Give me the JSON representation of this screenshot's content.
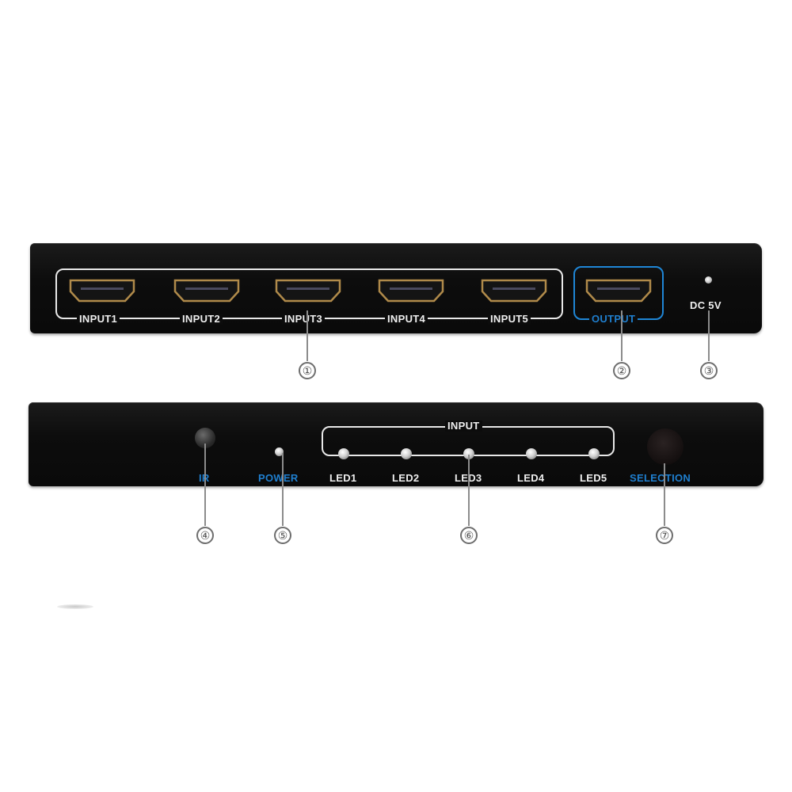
{
  "rear_panel": {
    "inputs": [
      {
        "label": "INPUT1"
      },
      {
        "label": "INPUT2"
      },
      {
        "label": "INPUT3"
      },
      {
        "label": "INPUT4"
      },
      {
        "label": "INPUT5"
      }
    ],
    "output": {
      "label": "OUTPUT"
    },
    "power_jack": {
      "label": "DC 5V"
    }
  },
  "front_panel": {
    "ir": {
      "label": "IR"
    },
    "power": {
      "label": "POWER"
    },
    "input_group_label": "INPUT",
    "leds": [
      {
        "label": "LED1"
      },
      {
        "label": "LED2"
      },
      {
        "label": "LED3"
      },
      {
        "label": "LED4"
      },
      {
        "label": "LED5"
      }
    ],
    "selection": {
      "label": "SELECTION"
    }
  },
  "callouts": [
    "①",
    "②",
    "③",
    "④",
    "⑤",
    "⑥",
    "⑦"
  ],
  "colors": {
    "panel": "#0c0c0c",
    "label_white": "#efefef",
    "label_blue": "#1f7fcf",
    "hdmi_gold": "#b08a4a"
  }
}
